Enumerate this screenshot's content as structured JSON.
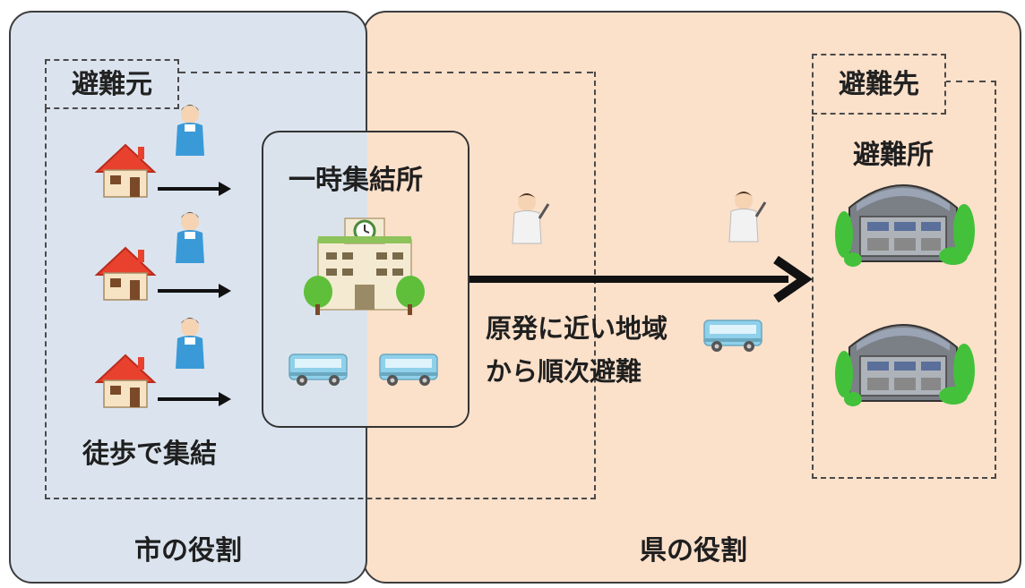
{
  "regions": {
    "city_role": "市の役割",
    "prefecture_role": "県の役割"
  },
  "origin_label": "避難元",
  "destination_label": "避難先",
  "walk_label": "徒歩で集結",
  "assembly_point_label": "一時集結所",
  "shelter_label": "避難所",
  "evacuation_note_line1": "原発に近い地域",
  "evacuation_note_line2": "から順次避難",
  "icons": {
    "house": "house-icon",
    "person": "resident-icon",
    "staff": "staff-icon",
    "school": "school-building-icon",
    "bus": "bus-icon",
    "shelter": "gymnasium-icon"
  },
  "colors": {
    "city_bg": "#dbe4ee",
    "prefecture_bg": "#fbe0ca",
    "house_roof": "#e8412e",
    "bus": "#8fd0ea",
    "tree": "#5fbf3a"
  }
}
